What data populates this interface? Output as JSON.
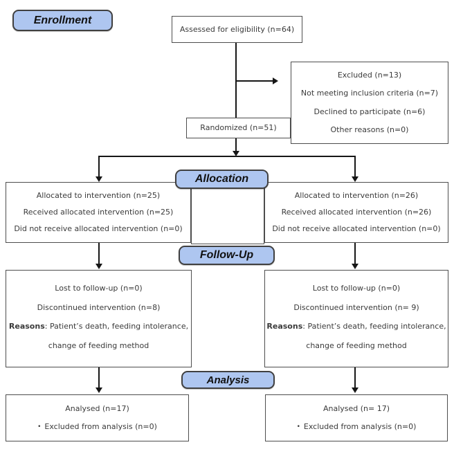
{
  "phases": {
    "enrollment": "Enrollment",
    "allocation": "Allocation",
    "followup": "Follow-Up",
    "analysis": "Analysis"
  },
  "boxes": {
    "assessed": {
      "text": "Assessed for eligibility (n=64)"
    },
    "excluded": {
      "lines": [
        "Excluded (n=13)",
        "Not meeting inclusion criteria (n=7)",
        "Declined to participate (n=6)",
        "Other reasons (n=0)"
      ]
    },
    "randomized": {
      "text": "Randomized (n=51)"
    },
    "allocation_left": {
      "lines": [
        "Allocated to intervention (n=25)",
        "Received allocated intervention (n=25)",
        "Did not receive allocated intervention (n=0)"
      ]
    },
    "allocation_right": {
      "lines": [
        "Allocated to intervention (n=26)",
        "Received allocated intervention (n=26)",
        "Did not receive allocated intervention (n=0)"
      ]
    },
    "followup_left": {
      "lost": "Lost to follow-up (n=0)",
      "discontinued": "Discontinued intervention (n=8)",
      "reasons_label": "Reasons",
      "reasons_rest": ": Patient’s death, feeding intolerance,",
      "reasons_line2": "change of feeding method"
    },
    "followup_right": {
      "lost": "Lost to follow-up (n=0)",
      "discontinued": "Discontinued intervention (n= 9)",
      "reasons_label": "Reasons",
      "reasons_rest": ": Patient’s death, feeding intolerance,",
      "reasons_line2": "change of feeding method"
    },
    "analysis_left": {
      "analysed": "Analysed (n=17)",
      "bullet": "•",
      "excluded": "Excluded from analysis (n=0)"
    },
    "analysis_right": {
      "analysed": "Analysed (n= 17)",
      "bullet": "•",
      "excluded": "Excluded from analysis (n=0)"
    }
  },
  "colors": {
    "phase_fill": "#aec6f0",
    "phase_border": "#404040",
    "box_border": "#4d4d4d",
    "text": "#3a3a3a",
    "connector": "#161616"
  }
}
